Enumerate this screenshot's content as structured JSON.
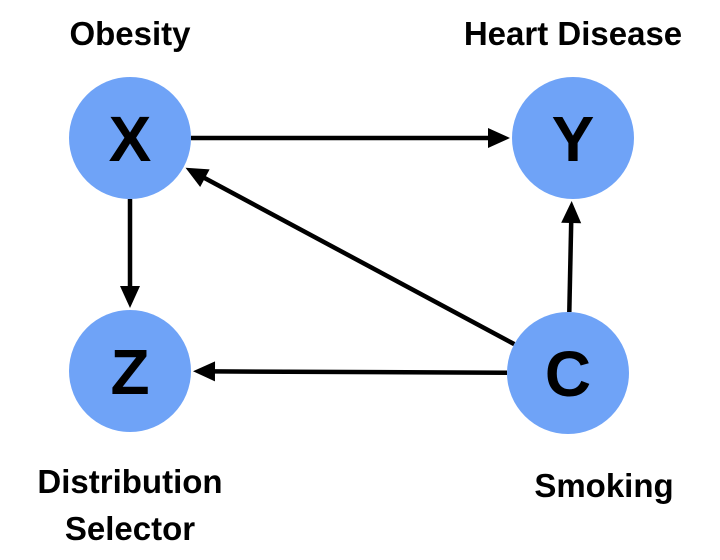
{
  "diagram": {
    "node_color": "#6fa3f7",
    "nodes": [
      {
        "id": "X",
        "letter": "X",
        "label_lines": [
          "Obesity"
        ],
        "label_position": "above"
      },
      {
        "id": "Y",
        "letter": "Y",
        "label_lines": [
          "Heart Disease"
        ],
        "label_position": "above"
      },
      {
        "id": "Z",
        "letter": "Z",
        "label_lines": [
          "Distribution",
          "Selector"
        ],
        "label_position": "below"
      },
      {
        "id": "C",
        "letter": "C",
        "label_lines": [
          "Smoking"
        ],
        "label_position": "below"
      }
    ],
    "edges": [
      {
        "from": "X",
        "to": "Y"
      },
      {
        "from": "X",
        "to": "Z"
      },
      {
        "from": "C",
        "to": "X"
      },
      {
        "from": "C",
        "to": "Y"
      },
      {
        "from": "C",
        "to": "Z"
      }
    ]
  }
}
